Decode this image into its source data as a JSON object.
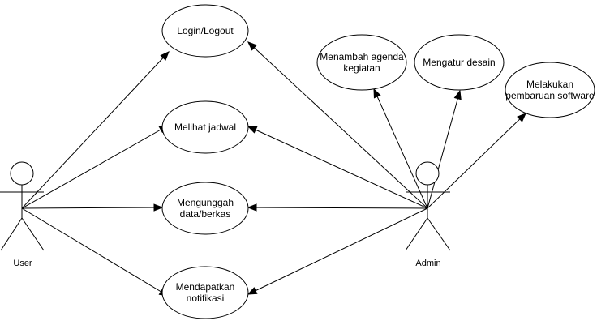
{
  "diagram": {
    "actors": [
      {
        "id": "user",
        "label": "User"
      },
      {
        "id": "admin",
        "label": "Admin"
      }
    ],
    "use_cases": [
      {
        "id": "login",
        "lines": [
          "Login/Logout"
        ]
      },
      {
        "id": "jadwal",
        "lines": [
          "Melihat jadwal"
        ]
      },
      {
        "id": "unggah",
        "lines": [
          "Mengunggah",
          "data/berkas"
        ]
      },
      {
        "id": "notif",
        "lines": [
          "Mendapatkan",
          "notifikasi"
        ]
      },
      {
        "id": "agenda",
        "lines": [
          "Menambah agenda",
          "kegiatan"
        ]
      },
      {
        "id": "desain",
        "lines": [
          "Mengatur desain"
        ]
      },
      {
        "id": "software",
        "lines": [
          "Melakukan",
          "pembaruan software"
        ]
      }
    ],
    "associations": [
      {
        "from": "user",
        "to": "login"
      },
      {
        "from": "user",
        "to": "jadwal"
      },
      {
        "from": "user",
        "to": "unggah"
      },
      {
        "from": "user",
        "to": "notif"
      },
      {
        "from": "admin",
        "to": "login"
      },
      {
        "from": "admin",
        "to": "jadwal"
      },
      {
        "from": "admin",
        "to": "unggah"
      },
      {
        "from": "admin",
        "to": "notif"
      },
      {
        "from": "admin",
        "to": "agenda"
      },
      {
        "from": "admin",
        "to": "desain"
      },
      {
        "from": "admin",
        "to": "software"
      }
    ]
  }
}
